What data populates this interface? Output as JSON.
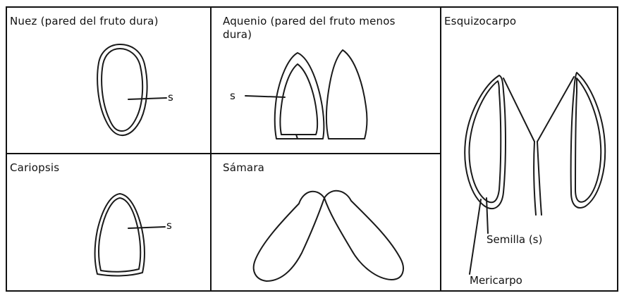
{
  "figure": {
    "colors": {
      "ink": "#1a1a1a",
      "background": "#ffffff"
    },
    "panels": {
      "nuez": {
        "title": "Nuez (pared del fruto dura)",
        "seed_label": "s"
      },
      "aquenio": {
        "title": "Aquenio (pared del fruto menos\ndura)",
        "seed_label": "s"
      },
      "esquizocarpo": {
        "title": "Esquizocarpo",
        "seed_label": "Semilla (s)",
        "mericarp_label": "Mericarpo"
      },
      "cariopsis": {
        "title": "Cariopsis",
        "seed_label": "s"
      },
      "samara": {
        "title": "Sámara"
      }
    }
  }
}
